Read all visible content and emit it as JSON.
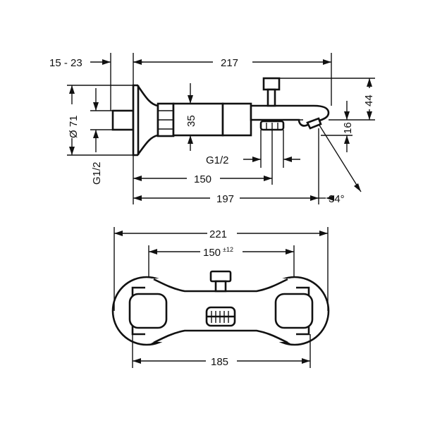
{
  "side_view": {
    "dim_wall_offset": "15 - 23",
    "dim_spout_length": "217",
    "dim_flange_diameter": "Ø 71",
    "dim_inlet_thread": "G1/2",
    "dim_body_height": "35",
    "dim_diverter_height": "44",
    "dim_outlet_height": "16",
    "dim_outlet_thread": "G1/2",
    "dim_inlet_to_outlet": "150",
    "dim_overall_length": "197",
    "dim_spout_angle": "34°"
  },
  "front_view": {
    "dim_overall_width": "221",
    "dim_centers": "150",
    "dim_centers_tolerance": "±12",
    "dim_body_width": "185"
  }
}
